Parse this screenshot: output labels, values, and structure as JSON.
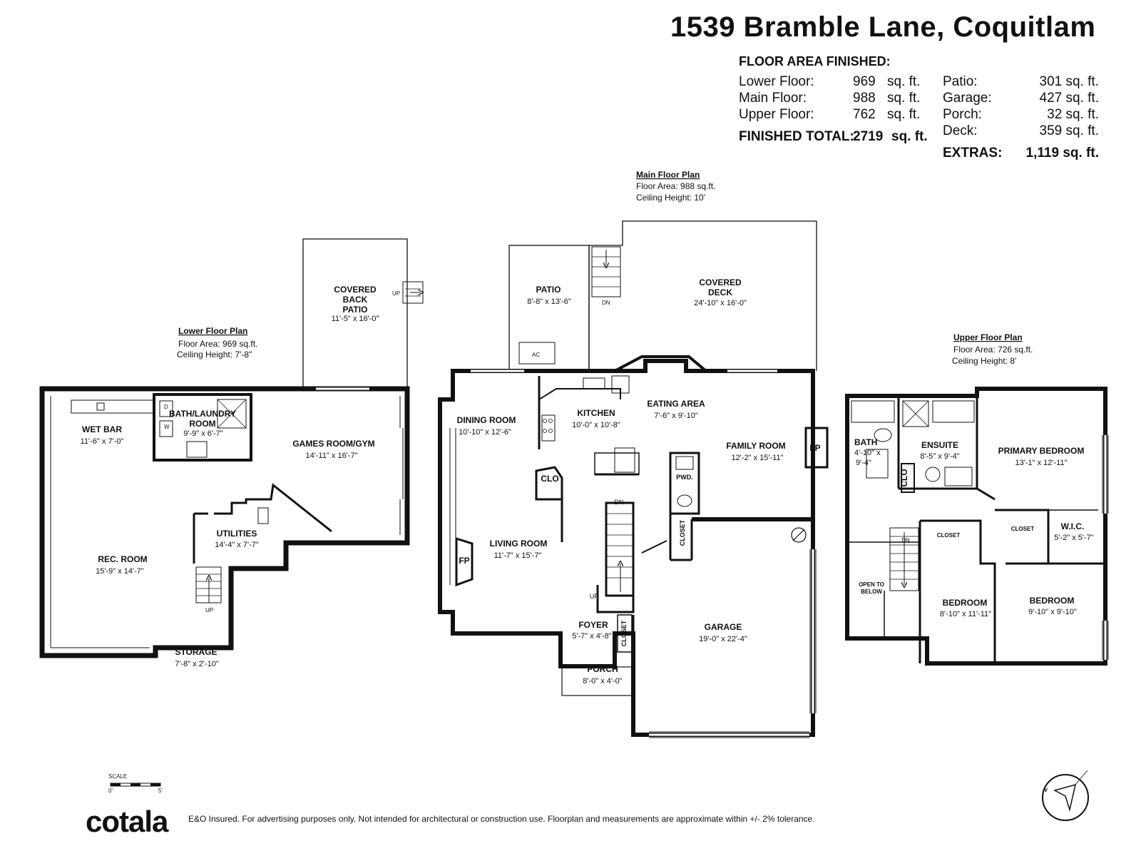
{
  "title": "1539 Bramble Lane, Coquitlam",
  "area_summary": {
    "heading": "FLOOR AREA FINISHED:",
    "finished": [
      {
        "label": "Lower Floor:",
        "value": "969",
        "unit": "sq. ft."
      },
      {
        "label": "Main Floor:",
        "value": "988",
        "unit": "sq. ft."
      },
      {
        "label": "Upper Floor:",
        "value": "762",
        "unit": "sq. ft."
      }
    ],
    "finished_total": {
      "label": "FINISHED TOTAL:",
      "value": "2719",
      "unit": "sq. ft."
    },
    "extras": [
      {
        "label": "Patio:",
        "value": "301 sq. ft."
      },
      {
        "label": "Garage:",
        "value": "427 sq. ft."
      },
      {
        "label": "Porch:",
        "value": "32 sq. ft."
      },
      {
        "label": "Deck:",
        "value": "359 sq. ft."
      }
    ],
    "extras_total": {
      "label": "EXTRAS:",
      "value": "1,119 sq. ft."
    }
  },
  "lower_floor": {
    "heading": "Lower Floor Plan",
    "area": "Floor Area: 969 sq.ft.",
    "ceiling": "Ceiling Height: 7'-8\"",
    "rooms": {
      "wet_bar": {
        "name": "WET BAR",
        "dim": "11'-6\" x 7'-0\""
      },
      "bath_laundry": {
        "name": "BATH/LAUNDRY ROOM",
        "dim": "9'-9\" x 6'-7\""
      },
      "games": {
        "name": "GAMES ROOM/GYM",
        "dim": "14'-11\" x 16'-7\""
      },
      "covered_patio": {
        "name": "COVERED BACK PATIO",
        "dim": "11'-5\" x 16'-0\""
      },
      "utilities": {
        "name": "UTILITIES",
        "dim": "14'-4\" x 7'-7\""
      },
      "rec": {
        "name": "REC. ROOM",
        "dim": "15'-9\" x 14'-7\""
      },
      "storage": {
        "name": "STORAGE",
        "dim": "7'-8\" x 2'-10\""
      }
    },
    "labels": {
      "up_stair": "UP",
      "up_patio": "UP",
      "d": "D",
      "w": "W"
    }
  },
  "main_floor": {
    "heading": "Main Floor Plan",
    "area": "Floor Area: 988 sq.ft.",
    "ceiling": "Ceiling Height: 10'",
    "rooms": {
      "patio": {
        "name": "PATIO",
        "dim": "8'-8\" x 13'-6\""
      },
      "covered_deck": {
        "name": "COVERED DECK",
        "dim": "24'-10\" x 16'-0\""
      },
      "dining": {
        "name": "DINING ROOM",
        "dim": "10'-10\" x 12'-6\""
      },
      "kitchen": {
        "name": "KITCHEN",
        "dim": "10'-0\" x 10'-8\""
      },
      "eating": {
        "name": "EATING AREA",
        "dim": "7'-6\" x 9'-10\""
      },
      "family": {
        "name": "FAMILY ROOM",
        "dim": "12'-2\" x 15'-11\""
      },
      "living": {
        "name": "LIVING ROOM",
        "dim": "11'-7\" x 15'-7\""
      },
      "foyer": {
        "name": "FOYER",
        "dim": "5'-7\" x 4'-8\""
      },
      "porch": {
        "name": "PORCH",
        "dim": "8'-0\" x 4'-0\""
      },
      "garage": {
        "name": "GARAGE",
        "dim": "19'-0\" x 22'-4\""
      }
    },
    "labels": {
      "ac": "AC",
      "dn_deck": "DN",
      "dn_stair": "DN",
      "up_stair": "UP",
      "clo": "CLO",
      "pwd": "PWD.",
      "closet_pwd": "CLOSET",
      "closet_foyer": "CLOSET",
      "fp_living": "FP",
      "fp_family": "FP"
    }
  },
  "upper_floor": {
    "heading": "Upper Floor Plan",
    "area": "Floor Area: 726 sq.ft.",
    "ceiling": "Ceiling Height: 8'",
    "rooms": {
      "bath": {
        "name": "BATH",
        "dim1": "4'-10\" x",
        "dim2": "9'-4\""
      },
      "ensuite": {
        "name": "ENSUITE",
        "dim": "8'-5\" x 9'-4\""
      },
      "primary": {
        "name": "PRIMARY BEDROOM",
        "dim": "13'-1\" x 12'-11\""
      },
      "wic": {
        "name": "W.I.C.",
        "dim": "5'-2\" x 5'-7\""
      },
      "bedroom1": {
        "name": "BEDROOM",
        "dim": "8'-10\" x 11'-11\""
      },
      "bedroom2": {
        "name": "BEDROOM",
        "dim": "9'-10\" x 9'-10\""
      },
      "open": {
        "line1": "OPEN TO",
        "line2": "BELOW"
      }
    },
    "labels": {
      "clo": "CLO",
      "closet1": "CLOSET",
      "closet2": "CLOSET",
      "dn": "DN"
    }
  },
  "scale": {
    "label": "SCALE",
    "start": "0'",
    "end": "5'"
  },
  "compass": {
    "label": "N"
  },
  "logo": "cotala",
  "disclaimer": "E&O Insured. For advertising purposes only. Not intended for architectural or construction use. Floorplan and measurements are approximate within +/- 2% tolerance."
}
